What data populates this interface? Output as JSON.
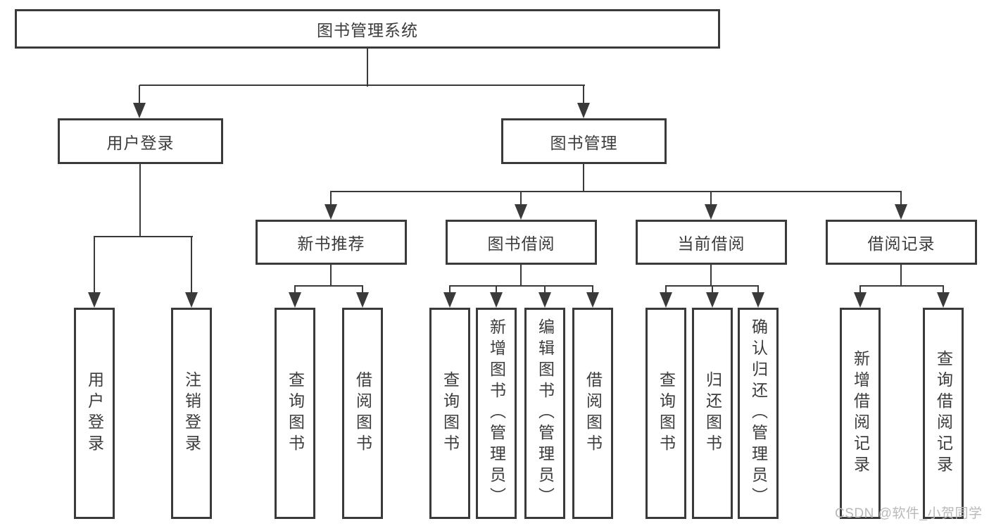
{
  "diagram": {
    "title": "图书管理系统",
    "watermark": "CSDN @软件_小贺同学",
    "colors": {
      "line": "#3a3a3a",
      "text": "#3c3c3c",
      "watermark": "#b9b9b9",
      "bg": "#ffffff"
    },
    "branches": [
      {
        "label": "用户登录",
        "children": [
          {
            "label": "用户登录"
          },
          {
            "label": "注销登录"
          }
        ]
      },
      {
        "label": "图书管理",
        "groups": [
          {
            "label": "新书推荐",
            "children": [
              {
                "label": "查询图书"
              },
              {
                "label": "借阅图书"
              }
            ]
          },
          {
            "label": "图书借阅",
            "children": [
              {
                "label": "查询图书"
              },
              {
                "label": "新增图书（管理员）"
              },
              {
                "label": "编辑图书（管理员）"
              },
              {
                "label": "借阅图书"
              }
            ]
          },
          {
            "label": "当前借阅",
            "children": [
              {
                "label": "查询图书"
              },
              {
                "label": "归还图书"
              },
              {
                "label": "确认归还（管理员）"
              }
            ]
          },
          {
            "label": "借阅记录",
            "children": [
              {
                "label": "新增借阅记录"
              },
              {
                "label": "查询借阅记录"
              }
            ]
          }
        ]
      }
    ]
  }
}
